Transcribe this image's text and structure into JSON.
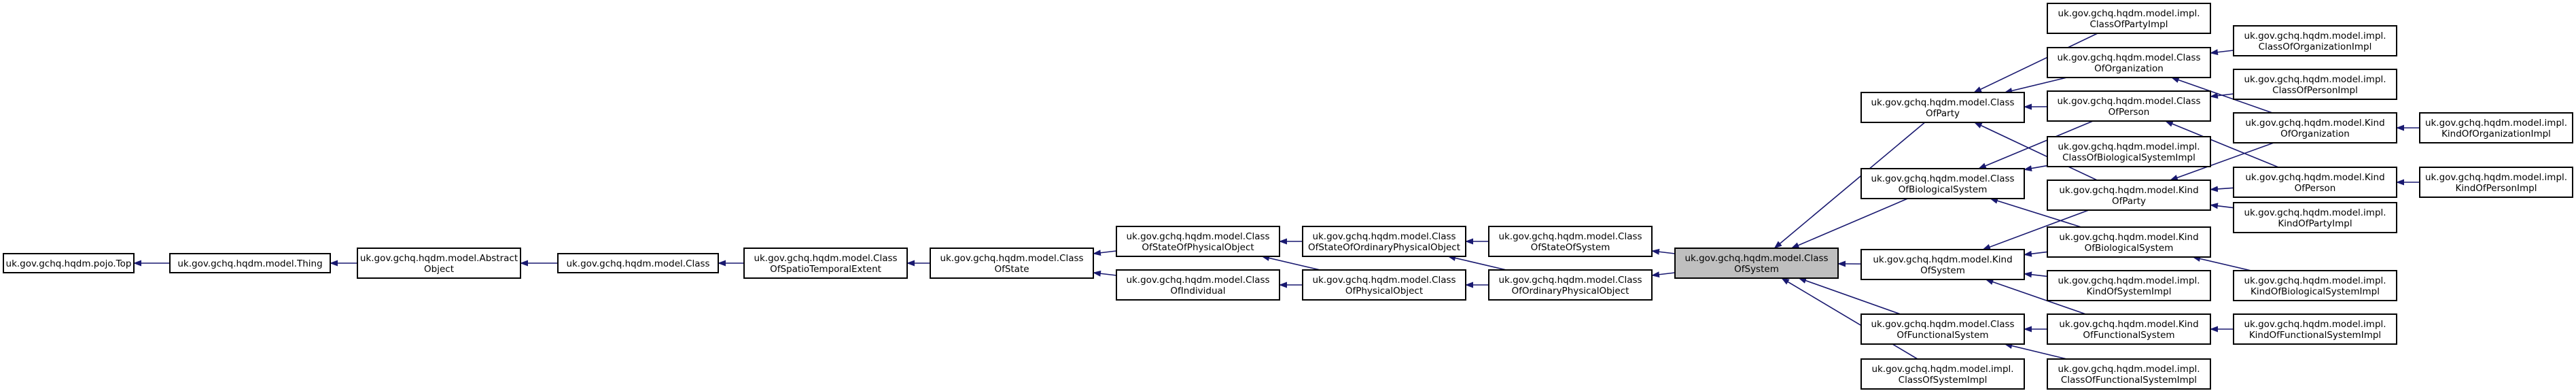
{
  "colors": {
    "edge": "#191970",
    "focus_fill": "#bfbfbf",
    "node_fill": "#ffffff",
    "border": "#000000"
  },
  "nodes": [
    {
      "id": "pojo-top",
      "lines": [
        "uk.gov.gchq.hqdm.pojo.Top"
      ]
    },
    {
      "id": "thing",
      "lines": [
        "uk.gov.gchq.hqdm.model.Thing"
      ]
    },
    {
      "id": "abstract-object",
      "lines": [
        "uk.gov.gchq.hqdm.model.Abstract",
        "Object"
      ]
    },
    {
      "id": "class",
      "lines": [
        "uk.gov.gchq.hqdm.model.Class"
      ]
    },
    {
      "id": "cospatio",
      "lines": [
        "uk.gov.gchq.hqdm.model.Class",
        "OfSpatioTemporalExtent"
      ]
    },
    {
      "id": "cos",
      "lines": [
        "uk.gov.gchq.hqdm.model.Class",
        "OfState"
      ]
    },
    {
      "id": "cosopo",
      "lines": [
        "uk.gov.gchq.hqdm.model.Class",
        "OfStateOfPhysicalObject"
      ]
    },
    {
      "id": "coind",
      "lines": [
        "uk.gov.gchq.hqdm.model.Class",
        "OfIndividual"
      ]
    },
    {
      "id": "cosoopo",
      "lines": [
        "uk.gov.gchq.hqdm.model.Class",
        "OfStateOfOrdinaryPhysicalObject"
      ]
    },
    {
      "id": "copo",
      "lines": [
        "uk.gov.gchq.hqdm.model.Class",
        "OfPhysicalObject"
      ]
    },
    {
      "id": "cossys",
      "lines": [
        "uk.gov.gchq.hqdm.model.Class",
        "OfStateOfSystem"
      ]
    },
    {
      "id": "coopo",
      "lines": [
        "uk.gov.gchq.hqdm.model.Class",
        "OfOrdinaryPhysicalObject"
      ]
    },
    {
      "id": "cosystem",
      "lines": [
        "uk.gov.gchq.hqdm.model.Class",
        "OfSystem"
      ],
      "focus": true
    },
    {
      "id": "coparty",
      "lines": [
        "uk.gov.gchq.hqdm.model.Class",
        "OfParty"
      ]
    },
    {
      "id": "cobiosys",
      "lines": [
        "uk.gov.gchq.hqdm.model.Class",
        "OfBiologicalSystem"
      ]
    },
    {
      "id": "kosystem",
      "lines": [
        "uk.gov.gchq.hqdm.model.Kind",
        "OfSystem"
      ]
    },
    {
      "id": "cofuncsys",
      "lines": [
        "uk.gov.gchq.hqdm.model.Class",
        "OfFunctionalSystem"
      ]
    },
    {
      "id": "cosystemimpl",
      "lines": [
        "uk.gov.gchq.hqdm.model.impl.",
        "ClassOfSystemImpl"
      ]
    },
    {
      "id": "copartyimpl",
      "lines": [
        "uk.gov.gchq.hqdm.model.impl.",
        "ClassOfPartyImpl"
      ]
    },
    {
      "id": "coorg",
      "lines": [
        "uk.gov.gchq.hqdm.model.Class",
        "OfOrganization"
      ]
    },
    {
      "id": "coperson",
      "lines": [
        "uk.gov.gchq.hqdm.model.Class",
        "OfPerson"
      ]
    },
    {
      "id": "cobiosysimpl",
      "lines": [
        "uk.gov.gchq.hqdm.model.impl.",
        "ClassOfBiologicalSystemImpl"
      ]
    },
    {
      "id": "koparty",
      "lines": [
        "uk.gov.gchq.hqdm.model.Kind",
        "OfParty"
      ]
    },
    {
      "id": "kobiosys",
      "lines": [
        "uk.gov.gchq.hqdm.model.Kind",
        "OfBiologicalSystem"
      ]
    },
    {
      "id": "kosystemimpl",
      "lines": [
        "uk.gov.gchq.hqdm.model.impl.",
        "KindOfSystemImpl"
      ]
    },
    {
      "id": "kofuncsys",
      "lines": [
        "uk.gov.gchq.hqdm.model.Kind",
        "OfFunctionalSystem"
      ]
    },
    {
      "id": "cofuncsysimpl",
      "lines": [
        "uk.gov.gchq.hqdm.model.impl.",
        "ClassOfFunctionalSystemImpl"
      ]
    },
    {
      "id": "coorgimpl",
      "lines": [
        "uk.gov.gchq.hqdm.model.impl.",
        "ClassOfOrganizationImpl"
      ]
    },
    {
      "id": "copersonimpl",
      "lines": [
        "uk.gov.gchq.hqdm.model.impl.",
        "ClassOfPersonImpl"
      ]
    },
    {
      "id": "koorg",
      "lines": [
        "uk.gov.gchq.hqdm.model.Kind",
        "OfOrganization"
      ]
    },
    {
      "id": "koperson",
      "lines": [
        "uk.gov.gchq.hqdm.model.Kind",
        "OfPerson"
      ]
    },
    {
      "id": "kopartyimpl",
      "lines": [
        "uk.gov.gchq.hqdm.model.impl.",
        "KindOfPartyImpl"
      ]
    },
    {
      "id": "kobiosysimpl",
      "lines": [
        "uk.gov.gchq.hqdm.model.impl.",
        "KindOfBiologicalSystemImpl"
      ]
    },
    {
      "id": "kofuncsysimpl",
      "lines": [
        "uk.gov.gchq.hqdm.model.impl.",
        "KindOfFunctionalSystemImpl"
      ]
    },
    {
      "id": "koorgimpl",
      "lines": [
        "uk.gov.gchq.hqdm.model.impl.",
        "KindOfOrganizationImpl"
      ]
    },
    {
      "id": "kopersonimpl",
      "lines": [
        "uk.gov.gchq.hqdm.model.impl.",
        "KindOfPersonImpl"
      ]
    }
  ],
  "edges": [
    [
      "thing",
      "pojo-top"
    ],
    [
      "abstract-object",
      "thing"
    ],
    [
      "class",
      "abstract-object"
    ],
    [
      "cospatio",
      "class"
    ],
    [
      "cos",
      "cospatio"
    ],
    [
      "cosopo",
      "cos"
    ],
    [
      "coind",
      "cos"
    ],
    [
      "cosoopo",
      "cosopo"
    ],
    [
      "copo",
      "cosopo"
    ],
    [
      "copo",
      "coind"
    ],
    [
      "cossys",
      "cosoopo"
    ],
    [
      "coopo",
      "cosoopo"
    ],
    [
      "coopo",
      "copo"
    ],
    [
      "cosystem",
      "cossys"
    ],
    [
      "cosystem",
      "coopo"
    ],
    [
      "coparty",
      "cosystem"
    ],
    [
      "cobiosys",
      "cosystem"
    ],
    [
      "kosystem",
      "cosystem"
    ],
    [
      "cofuncsys",
      "cosystem"
    ],
    [
      "cosystemimpl",
      "cosystem"
    ],
    [
      "copartyimpl",
      "coparty"
    ],
    [
      "coorg",
      "coparty"
    ],
    [
      "coperson",
      "coparty"
    ],
    [
      "koparty",
      "coparty"
    ],
    [
      "coperson",
      "cobiosys"
    ],
    [
      "cobiosysimpl",
      "cobiosys"
    ],
    [
      "kobiosys",
      "cobiosys"
    ],
    [
      "koparty",
      "kosystem"
    ],
    [
      "kobiosys",
      "kosystem"
    ],
    [
      "kosystemimpl",
      "kosystem"
    ],
    [
      "kofuncsys",
      "kosystem"
    ],
    [
      "kofuncsys",
      "cofuncsys"
    ],
    [
      "cofuncsysimpl",
      "cofuncsys"
    ],
    [
      "coorgimpl",
      "coorg"
    ],
    [
      "koorg",
      "coorg"
    ],
    [
      "copersonimpl",
      "coperson"
    ],
    [
      "koperson",
      "coperson"
    ],
    [
      "koorg",
      "koparty"
    ],
    [
      "koperson",
      "koparty"
    ],
    [
      "kopartyimpl",
      "koparty"
    ],
    [
      "kobiosysimpl",
      "kobiosys"
    ],
    [
      "kofuncsysimpl",
      "kofuncsys"
    ],
    [
      "koorgimpl",
      "koorg"
    ],
    [
      "kopersonimpl",
      "koperson"
    ]
  ]
}
